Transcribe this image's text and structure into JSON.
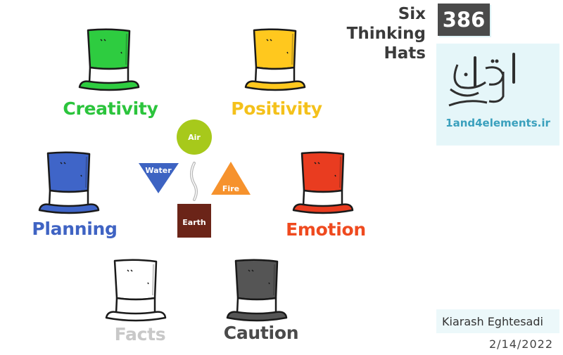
{
  "title_lines": [
    "Six",
    "Thinking",
    "Hats"
  ],
  "number": "386",
  "logo": {
    "text": "1and4elements.ir"
  },
  "author": "Kiarash Eghtesadi",
  "date": "2/14/2022",
  "hats": [
    {
      "label": "Creativity",
      "color": "#2ecc40",
      "label_color": "#2bc43c"
    },
    {
      "label": "Positivity",
      "color": "#ffc81e",
      "label_color": "#f4c11b"
    },
    {
      "label": "Planning",
      "color": "#3f65c8",
      "label_color": "#3f63c3"
    },
    {
      "label": "Emotion",
      "color": "#e93c20",
      "label_color": "#ef4a1f"
    },
    {
      "label": "Facts",
      "color": "#ffffff",
      "label_color": "#c8c8c8"
    },
    {
      "label": "Caution",
      "color": "#555555",
      "label_color": "#4a4a4a"
    }
  ],
  "elements": [
    {
      "label": "Air",
      "shape": "circle",
      "color": "#a7c91b"
    },
    {
      "label": "Water",
      "shape": "triangle-down",
      "color": "#3d63c2"
    },
    {
      "label": "Fire",
      "shape": "triangle-up",
      "color": "#f6922d"
    },
    {
      "label": "Earth",
      "shape": "square",
      "color": "#6b2418"
    }
  ]
}
